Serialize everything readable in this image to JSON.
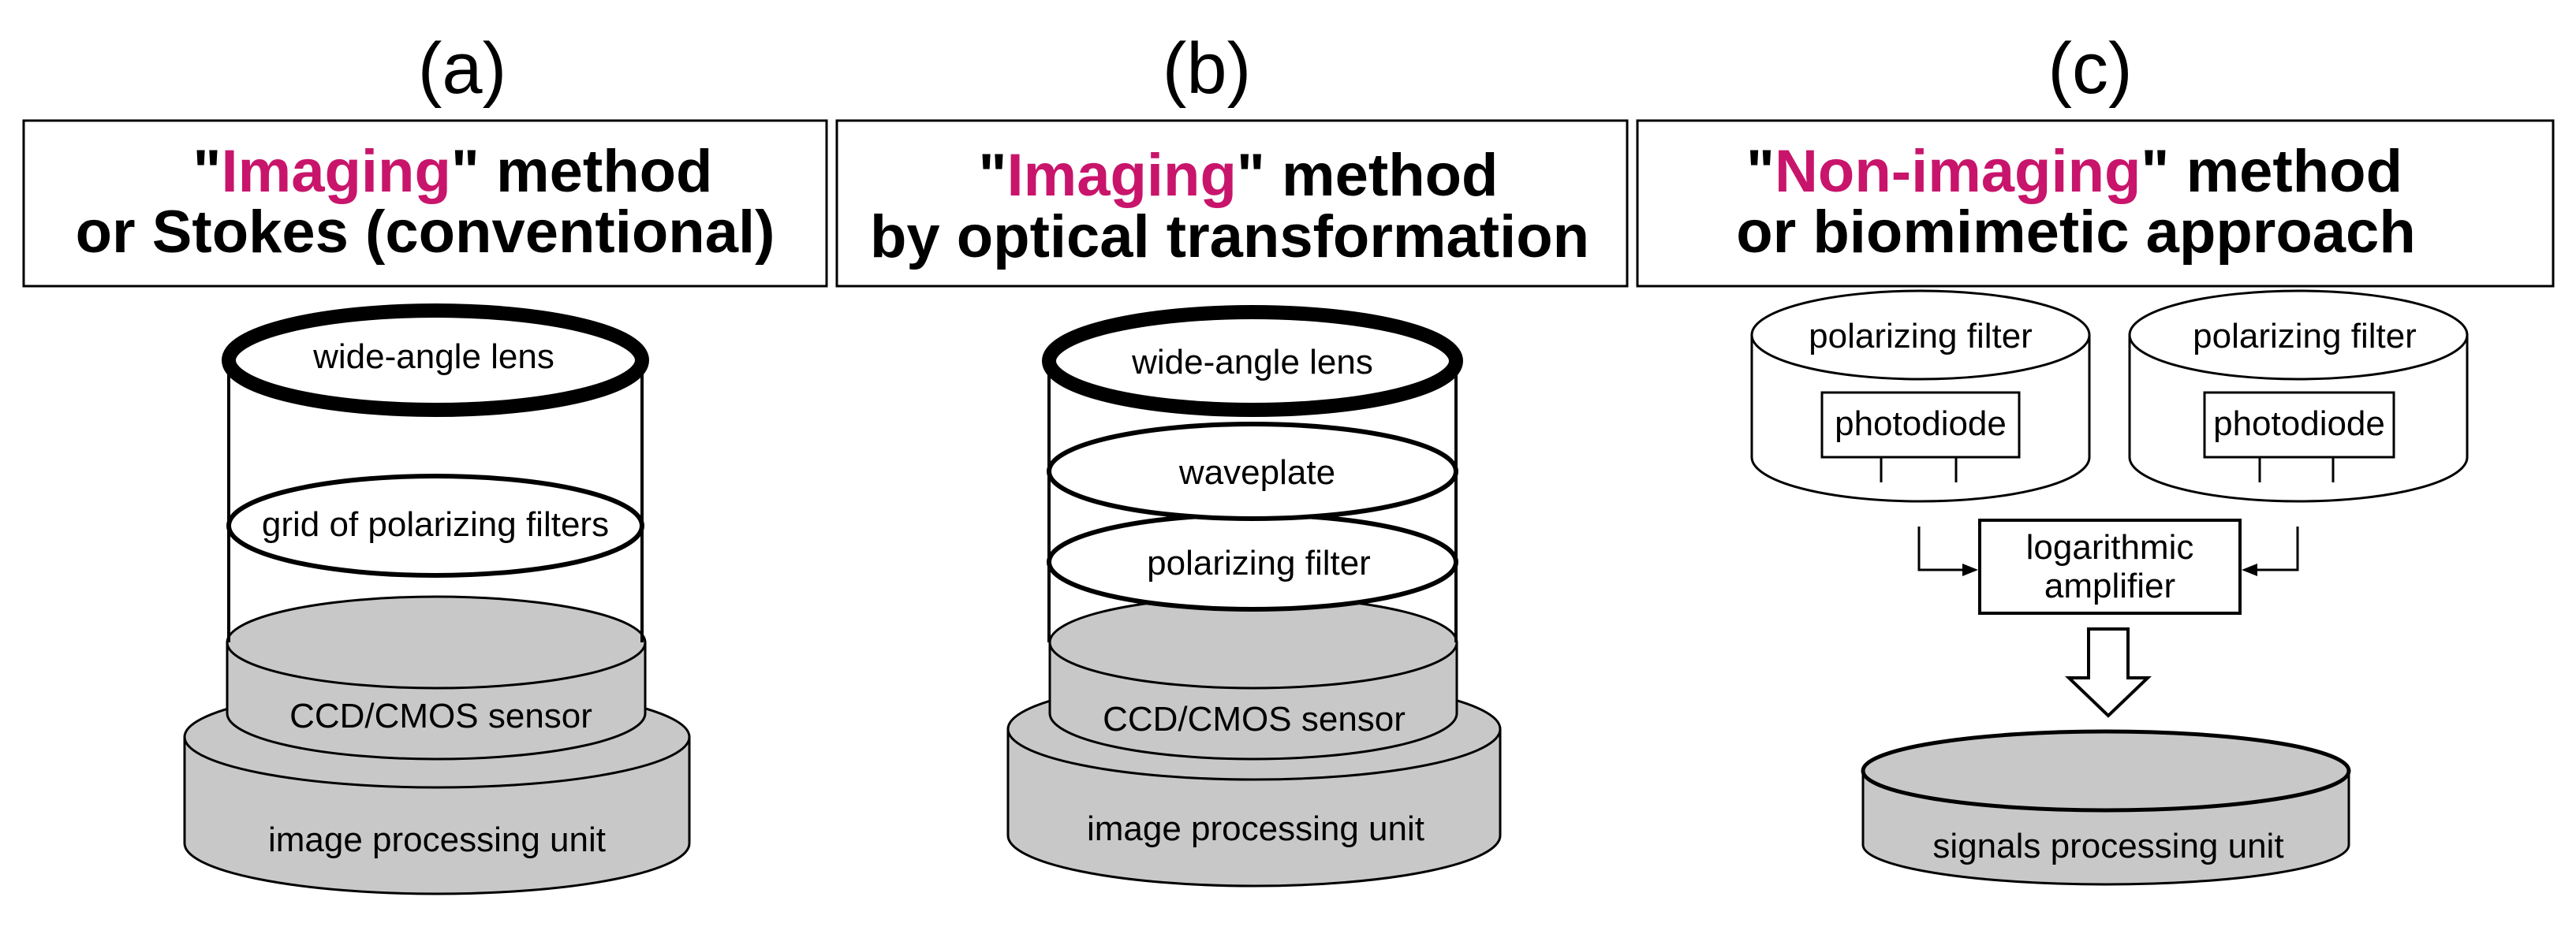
{
  "colors": {
    "accent": "#c8156b",
    "gray_fill": "#c8c8c8",
    "stroke": "#000000"
  },
  "panels": [
    {
      "label": "(a)",
      "title_line1_prefix": "\"",
      "title_line1_accent": "Imaging",
      "title_line1_suffix": "\" method",
      "title_line2": "or Stokes (conventional)",
      "components": {
        "lens": "wide-angle lens",
        "filter_grid": "grid of polarizing filters",
        "sensor": "CCD/CMOS sensor",
        "processor": "image processing unit"
      }
    },
    {
      "label": "(b)",
      "title_line1_prefix": "\"",
      "title_line1_accent": "Imaging",
      "title_line1_suffix": "\" method",
      "title_line2": "by optical transformation",
      "components": {
        "lens": "wide-angle lens",
        "waveplate": "waveplate",
        "polarizer": "polarizing filter",
        "sensor": "CCD/CMOS sensor",
        "processor": "image processing unit"
      }
    },
    {
      "label": "(c)",
      "title_line1_prefix": "\"",
      "title_line1_accent": "Non-imaging",
      "title_line1_suffix": "\" method",
      "title_line2": "or biomimetic approach",
      "components": {
        "filter_left": "polarizing filter",
        "photodiode_left": "photodiode",
        "filter_right": "polarizing filter",
        "photodiode_right": "photodiode",
        "amplifier_line1": "logarithmic",
        "amplifier_line2": "amplifier",
        "processor": "signals processing unit"
      }
    }
  ]
}
